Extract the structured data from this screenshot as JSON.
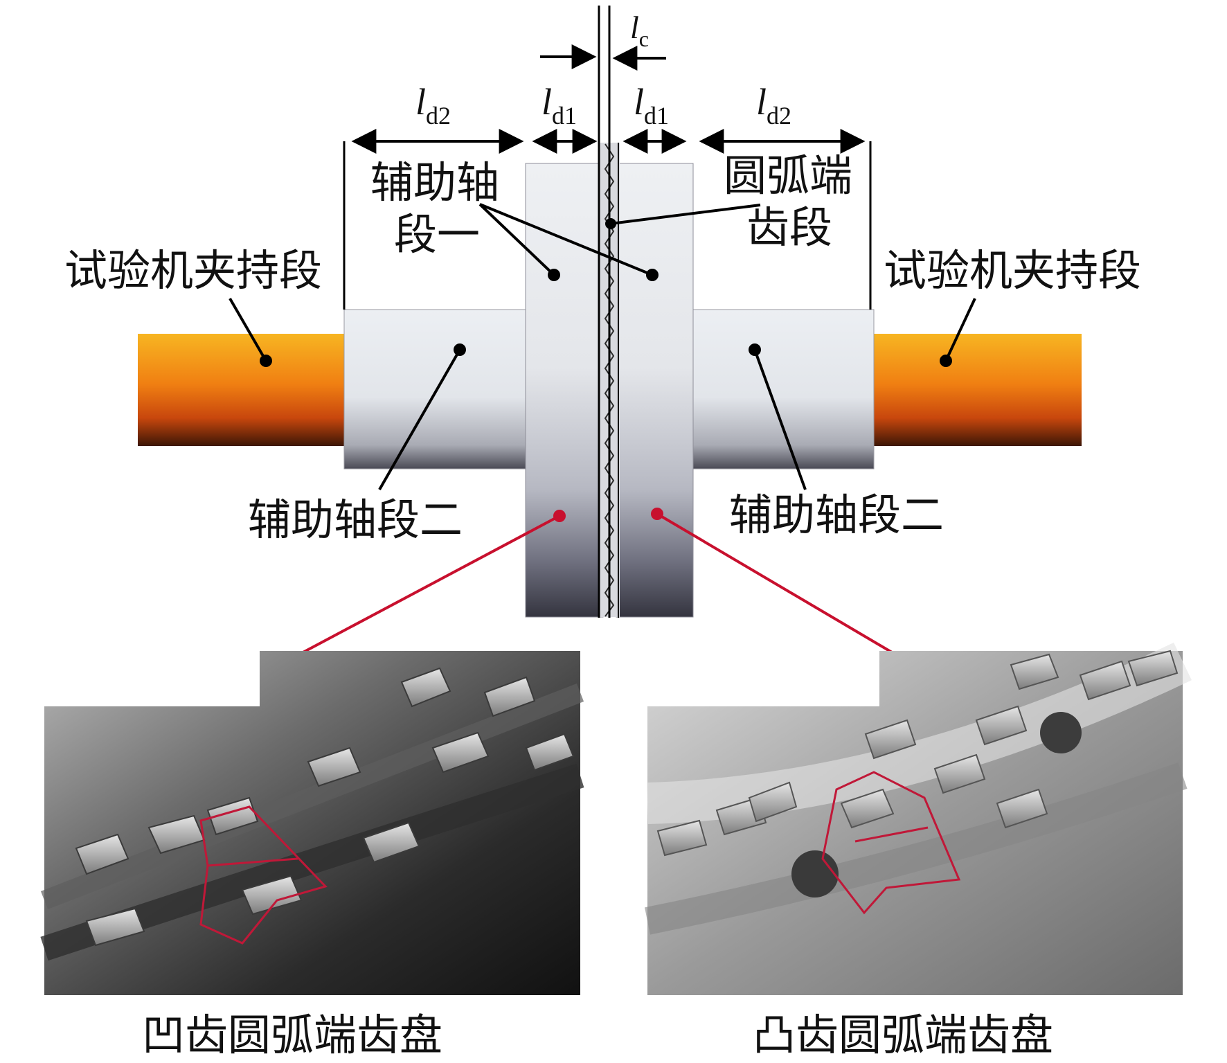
{
  "labels": {
    "clamp_left": "试验机夹持段",
    "clamp_right": "试验机夹持段",
    "aux_shaft_one": "辅助轴段一",
    "aux_shaft_two_left": "辅助轴段二",
    "aux_shaft_two_right": "辅助轴段二",
    "arc_tooth_segment": "圆弧端齿段",
    "concave_caption": "凹齿圆弧端齿盘",
    "convex_caption": "凸齿圆弧端齿盘"
  },
  "dimensions": {
    "lc": {
      "symbol": "l",
      "subscript": "c"
    },
    "ld1_left": {
      "symbol": "l",
      "subscript": "d1"
    },
    "ld1_right": {
      "symbol": "l",
      "subscript": "d1"
    },
    "ld2_left": {
      "symbol": "l",
      "subscript": "d2"
    },
    "ld2_right": {
      "symbol": "l",
      "subscript": "d2"
    }
  },
  "colors": {
    "clamp_top": "#f5b020",
    "clamp_bottom": "#4a1e08",
    "leader": "#000000",
    "photo_leader": "#c8102e",
    "tooth_outline": "#c01838"
  }
}
